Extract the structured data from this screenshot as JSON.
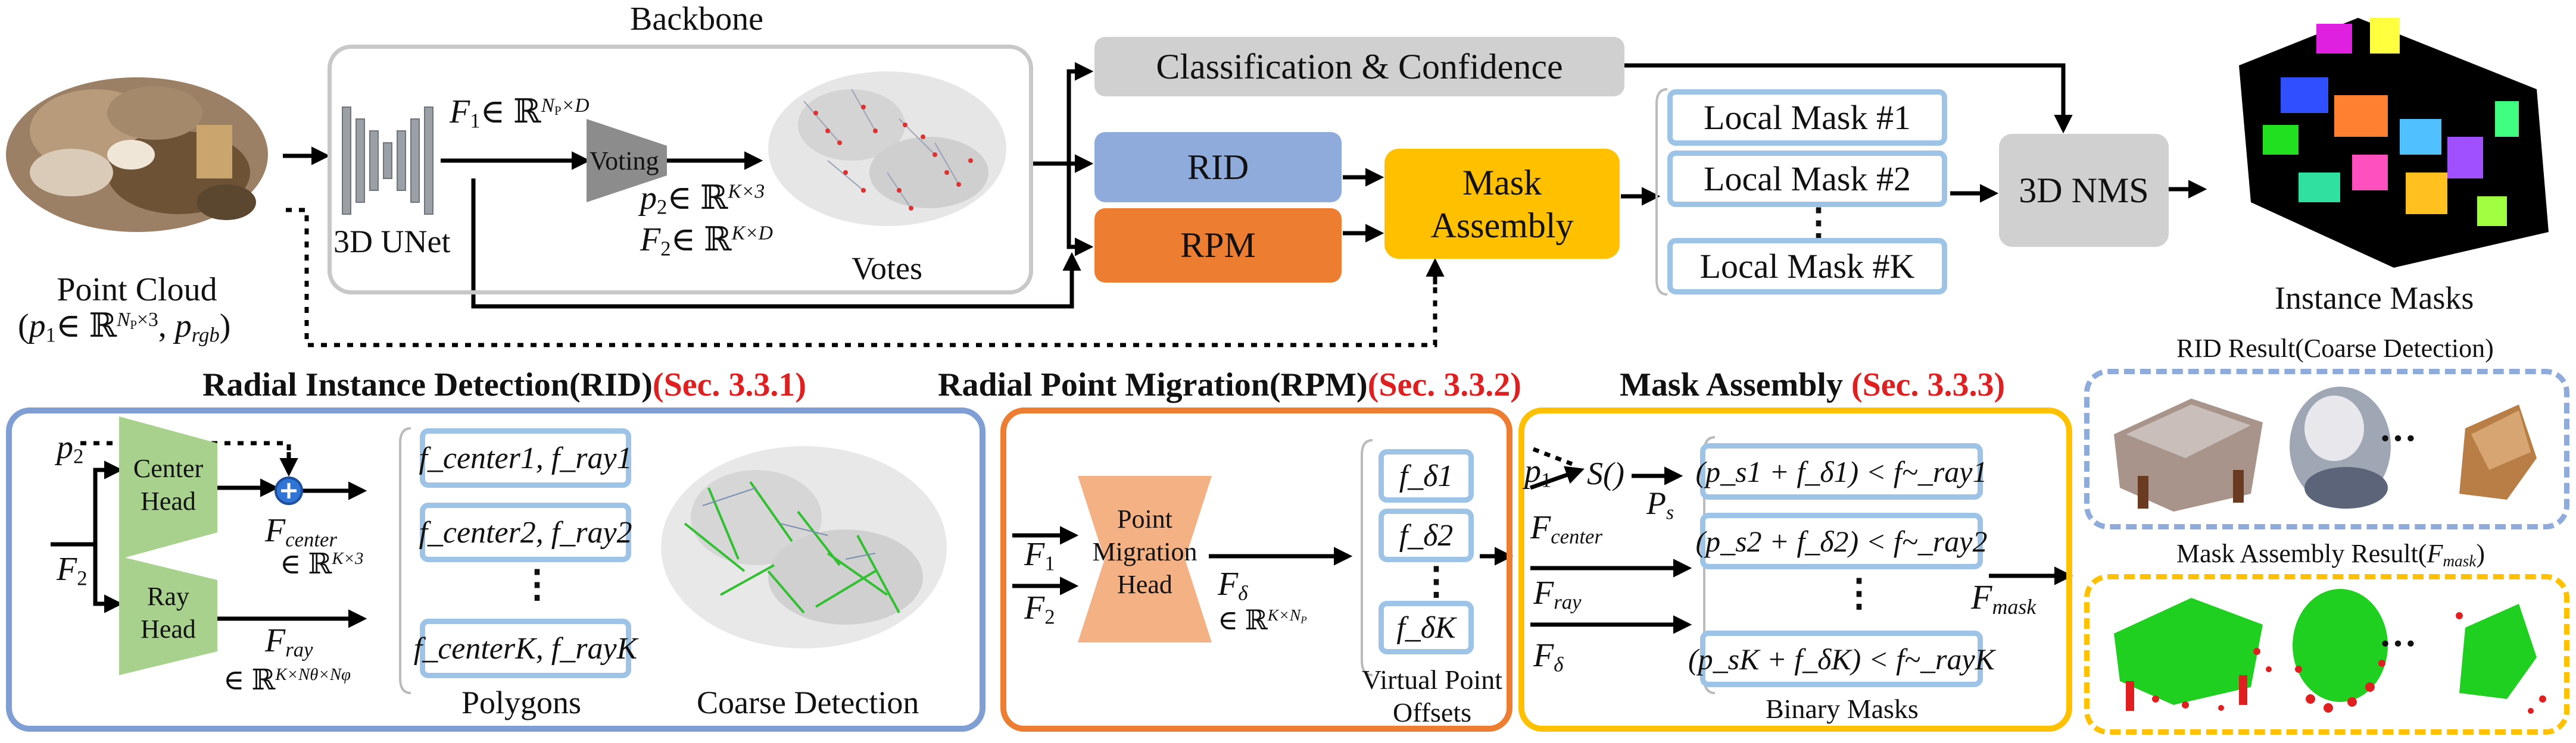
{
  "top": {
    "backbone_title": "Backbone",
    "unet_label": "3D UNet",
    "f1_label": "F",
    "f1_sub": "1",
    "f1_rest": "∈ ℝ",
    "f1_sup": "N",
    "f1_sup_sub": "P",
    "f1_sup_tail": "×D",
    "voting_label": "Voting",
    "p2_label": "p",
    "p2_sub": "2",
    "p2_rest": "∈ ℝ",
    "p2_sup": "K×3",
    "f2_label": "F",
    "f2_sub": "2",
    "f2_rest": "∈ ℝ",
    "f2_sup": "K×D",
    "votes_label": "Votes",
    "point_cloud_label": "Point Cloud",
    "point_cloud_formula_open": "(",
    "point_cloud_p1": "p",
    "point_cloud_p1_sub": "1",
    "point_cloud_in": "∈ ℝ",
    "point_cloud_sup": "N",
    "point_cloud_sup_sub": "P",
    "point_cloud_sup_tail": "×3",
    "point_cloud_comma": ", ",
    "point_cloud_p2": "p",
    "point_cloud_p2_sub": "rgb",
    "point_cloud_formula_close": ")",
    "classification_label": "Classification & Confidence",
    "rid_label": "RID",
    "rpm_label": "RPM",
    "mask_assembly_line1": "Mask",
    "mask_assembly_line2": "Assembly",
    "local_masks": [
      "Local Mask #1",
      "Local Mask #2",
      "Local Mask #K"
    ],
    "local_mask_ellipsis": "⋮",
    "nms_label": "3D NMS",
    "instance_masks_label": "Instance Masks"
  },
  "rid_panel": {
    "title": "Radial Instance Detection(RID)",
    "ref": "(Sec. 3.3.1)",
    "p2": "p",
    "p2_sub": "2",
    "f2": "F",
    "f2_sub": "2",
    "center_head_line1": "Center",
    "center_head_line2": "Head",
    "ray_head_line1": "Ray",
    "ray_head_line2": "Head",
    "f_center": "F",
    "f_center_sub": "center",
    "f_center_dim": "∈ ℝ",
    "f_center_dim_sup": "K×3",
    "f_ray": "F",
    "f_ray_sub": "ray",
    "f_ray_dim": "∈ ℝ",
    "f_ray_dim_sup": "K×Nθ×Nφ",
    "polygons": [
      "f_center1, f_ray1",
      "f_center2, f_ray2",
      "f_centerK, f_rayK"
    ],
    "polygon_ellipsis": "⋮",
    "polygons_label": "Polygons",
    "coarse_label": "Coarse Detection"
  },
  "rpm_panel": {
    "title": "Radial Point Migration(RPM)",
    "ref": "(Sec. 3.3.2)",
    "f1": "F",
    "f1_sub": "1",
    "f2": "F",
    "f2_sub": "2",
    "head_line1": "Point",
    "head_line2": "Migration",
    "head_line3": "Head",
    "f_delta": "F",
    "f_delta_sub": "δ",
    "f_delta_dim": "∈ ℝ",
    "f_delta_dim_sup": "K×N",
    "f_delta_dim_sup_sub": "P",
    "offsets": [
      "f_δ1",
      "f_δ2",
      "f_δK"
    ],
    "offset_ellipsis": "⋮",
    "offsets_label_line1": "Virtual Point",
    "offsets_label_line2": "Offsets"
  },
  "ma_panel": {
    "title": "Mask Assembly ",
    "ref": "(Sec. 3.3.3)",
    "p1": "p",
    "p1_sub": "1",
    "s_fn": "S()",
    "ps": "P",
    "ps_sub": "s",
    "f_center": "F",
    "f_center_sub": "center",
    "f_ray": "F",
    "f_ray_sub": "ray",
    "f_delta": "F",
    "f_delta_sub": "δ",
    "masks": [
      "(p_s1 + f_δ1) < f~_ray1",
      "(p_s2 + f_δ2) < f~_ray2",
      "(p_sK + f_δK) < f~_rayK"
    ],
    "mask_ellipsis": "⋮",
    "binary_masks_label": "Binary Masks",
    "f_mask": "F",
    "f_mask_sub": "mask"
  },
  "right": {
    "rid_result_label": "RID Result(Coarse Detection)",
    "rid_result_ellipsis": "···",
    "ma_result_label": "Mask Assembly Result(",
    "ma_result_fmask": "F",
    "ma_result_fmask_sub": "mask",
    "ma_result_close": ")",
    "ma_result_ellipsis": "···"
  },
  "colors": {
    "rid_blue": "#8fabdc",
    "rpm_orange": "#ed7d31",
    "ma_yellow": "#ffc000",
    "gray_box": "#d0d0d0",
    "green_head": "#a9d18e",
    "salmon_head": "#f4b183",
    "light_blue_border": "#9dc3e6",
    "panel_blue": "#7f9fd4",
    "panel_orange": "#ed7d31",
    "panel_yellow": "#ffc000",
    "section_red": "#e02020"
  }
}
